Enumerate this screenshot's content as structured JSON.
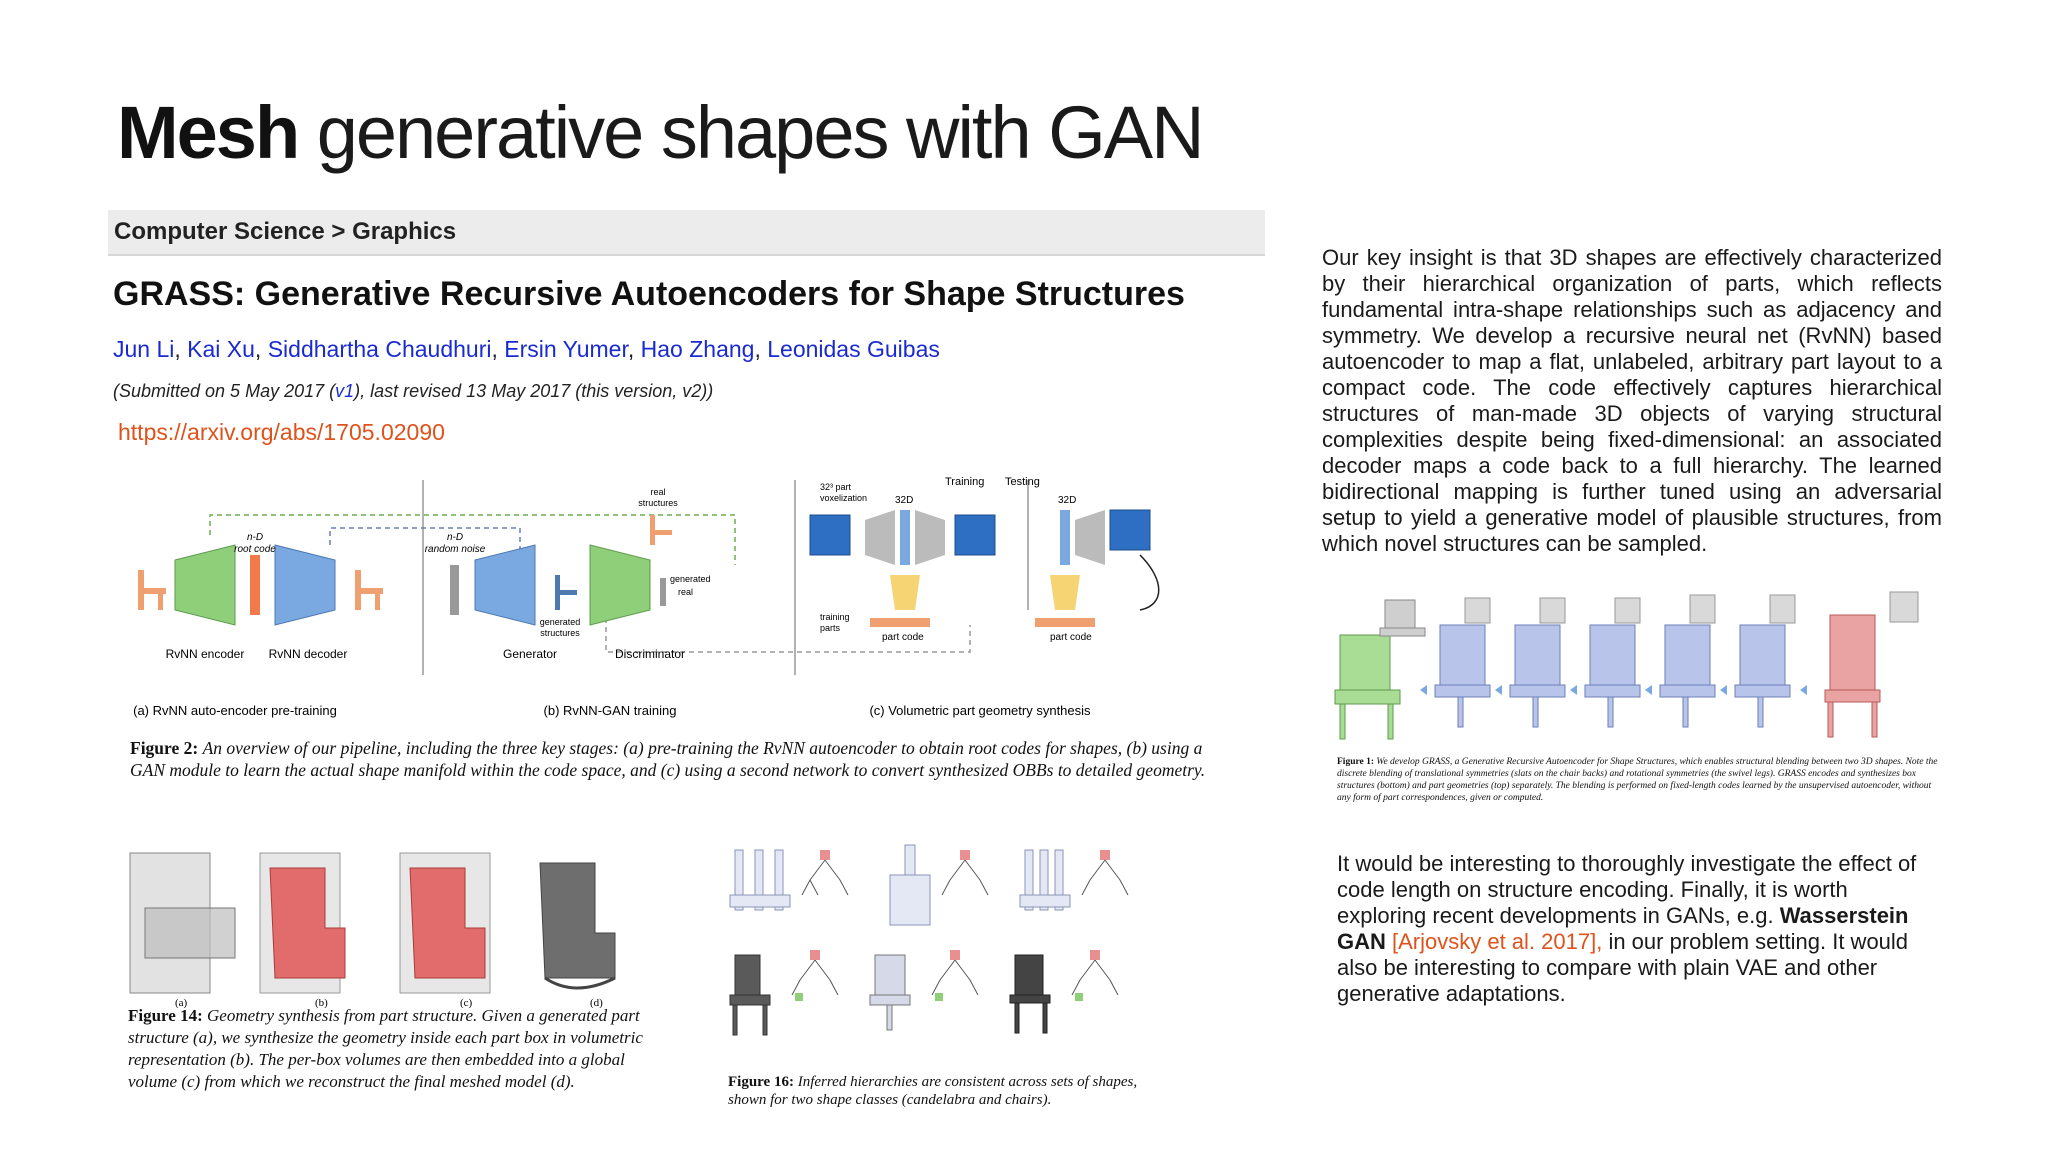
{
  "slide": {
    "title_bold": "Mesh",
    "title_rest": "generative shapes with GAN"
  },
  "arxiv": {
    "breadcrumb": "Computer Science > Graphics",
    "paper_title": "GRASS: Generative Recursive Autoencoders for Shape Structures",
    "authors": [
      "Jun Li",
      "Kai Xu",
      "Siddhartha Chaudhuri",
      "Ersin Yumer",
      "Hao Zhang",
      "Leonidas Guibas"
    ],
    "submitted_prefix": "(Submitted on 5 May 2017 (",
    "submitted_link": "v1",
    "submitted_suffix": "), last revised 13 May 2017 (this version, v2))",
    "url": "https://arxiv.org/abs/1705.02090"
  },
  "pipeline": {
    "labels": {
      "nd_root_code": "n-D\nroot code",
      "nd_random_noise": "n-D\nrandom noise",
      "real_structures": "real\nstructures",
      "generated": "generated",
      "real": "real",
      "generated_structures": "generated\nstructures",
      "voxelization": "32³ part\nvoxelization",
      "dim_32d": "32D",
      "training": "Training",
      "testing": "Testing",
      "training_parts": "training\nparts",
      "part_code": "part code",
      "rvnn_encoder": "RvNN encoder",
      "rvnn_decoder": "RvNN decoder",
      "generator": "Generator",
      "discriminator": "Discriminator"
    },
    "sections": [
      "(a) RvNN auto-encoder pre-training",
      "(b) RvNN-GAN training",
      "(c) Volumetric part geometry synthesis"
    ]
  },
  "fig2": {
    "label": "Figure 2:",
    "text": "An overview of our pipeline, including the three key stages: (a) pre-training the RvNN autoencoder to obtain root codes for shapes, (b) using a GAN module to learn the actual shape manifold within the code space, and (c) using a second network to convert synthesized OBBs to detailed geometry."
  },
  "fig14": {
    "sublabels": [
      "(a)",
      "(b)",
      "(c)",
      "(d)"
    ],
    "label": "Figure 14:",
    "text": "Geometry synthesis from part structure. Given a generated part structure (a), we synthesize the geometry inside each part box in volumetric representation (b). The per-box volumes are then embedded into a global volume (c) from which we reconstruct the final meshed model (d)."
  },
  "fig16": {
    "label": "Figure 16:",
    "text": "Inferred hierarchies are consistent across sets of shapes, shown for two shape classes (candelabra and chairs)."
  },
  "insight": {
    "text": "Our key insight is that 3D shapes are effectively characterized by their hierarchical organization of parts, which reflects fundamental intra-shape relationships such as adjacency and symmetry. We develop a recursive neural net (RvNN) based autoencoder to map a flat, unlabeled, arbitrary part layout to a compact code. The code effectively captures hierarchical structures of man-made 3D objects of varying structural complexities despite being fixed-dimensional: an associated decoder maps a code back to a full hierarchy. The learned bidirectional mapping is further tuned using an adversarial setup to yield a generative model of plausible structures, from which novel structures can be sampled."
  },
  "fig1": {
    "label": "Figure 1:",
    "text": "We develop GRASS, a Generative Recursive Autoencoder for Shape Structures, which enables structural blending between two 3D shapes. Note the discrete blending of translational symmetries (slats on the chair backs) and rotational symmetries (the swivel legs). GRASS encodes and synthesizes box structures (bottom) and part geometries (top) separately. The blending is performed on fixed-length codes learned by the unsupervised autoencoder, without any form of part correspondences, given or computed."
  },
  "future": {
    "text_a": "It would be interesting to thoroughly investigate the effect of code length on structure encoding. Finally, it is worth exploring recent developments in GANs, e.g. ",
    "bold": "Wasserstein GAN",
    "cite": " [Arjovsky et al. 2017],",
    "text_b": " in our problem setting. It would also be interesting to compare with plain VAE and other generative adaptations."
  },
  "colors": {
    "orange_accent": "#e0521c",
    "link_blue": "#1a2ad1",
    "encoder_green": "#8fcf7a",
    "decoder_blue": "#7aa8e0",
    "chair_orange": "#f0a070",
    "chair_red": "#e06464"
  },
  "icons": [
    "chair-icon",
    "encoder-trapezoid",
    "decoder-trapezoid",
    "voxel-grid-icon"
  ]
}
